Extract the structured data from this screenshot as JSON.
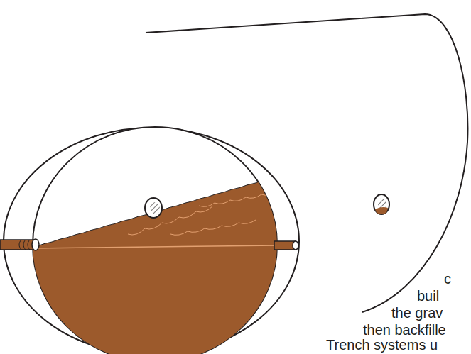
{
  "diagram": {
    "labels": [
      "c",
      "buil",
      "the grav",
      "then backfille",
      "Trench systems u"
    ]
  }
}
